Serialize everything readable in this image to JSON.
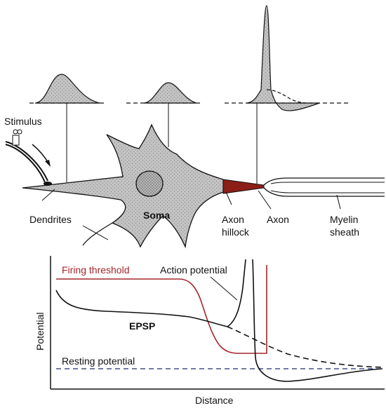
{
  "labels": {
    "stimulus": "Stimulus",
    "dendrites": "Dendrites",
    "soma": "Soma",
    "axon_hillock_line1": "Axon",
    "axon_hillock_line2": "hillock",
    "axon": "Axon",
    "myelin_line1": "Myelin",
    "myelin_line2": "sheath",
    "firing_threshold": "Firing threshold",
    "action_potential": "Action potential",
    "epsp": "EPSP",
    "resting_potential": "Resting potential",
    "y_axis": "Potential",
    "x_axis": "Distance"
  },
  "colors": {
    "ink": "#111111",
    "cell_fill": "#bdbdbd",
    "hillock_fill": "#8b1e16",
    "threshold_line": "#a3262a",
    "resting_line": "#1f2a6b"
  }
}
